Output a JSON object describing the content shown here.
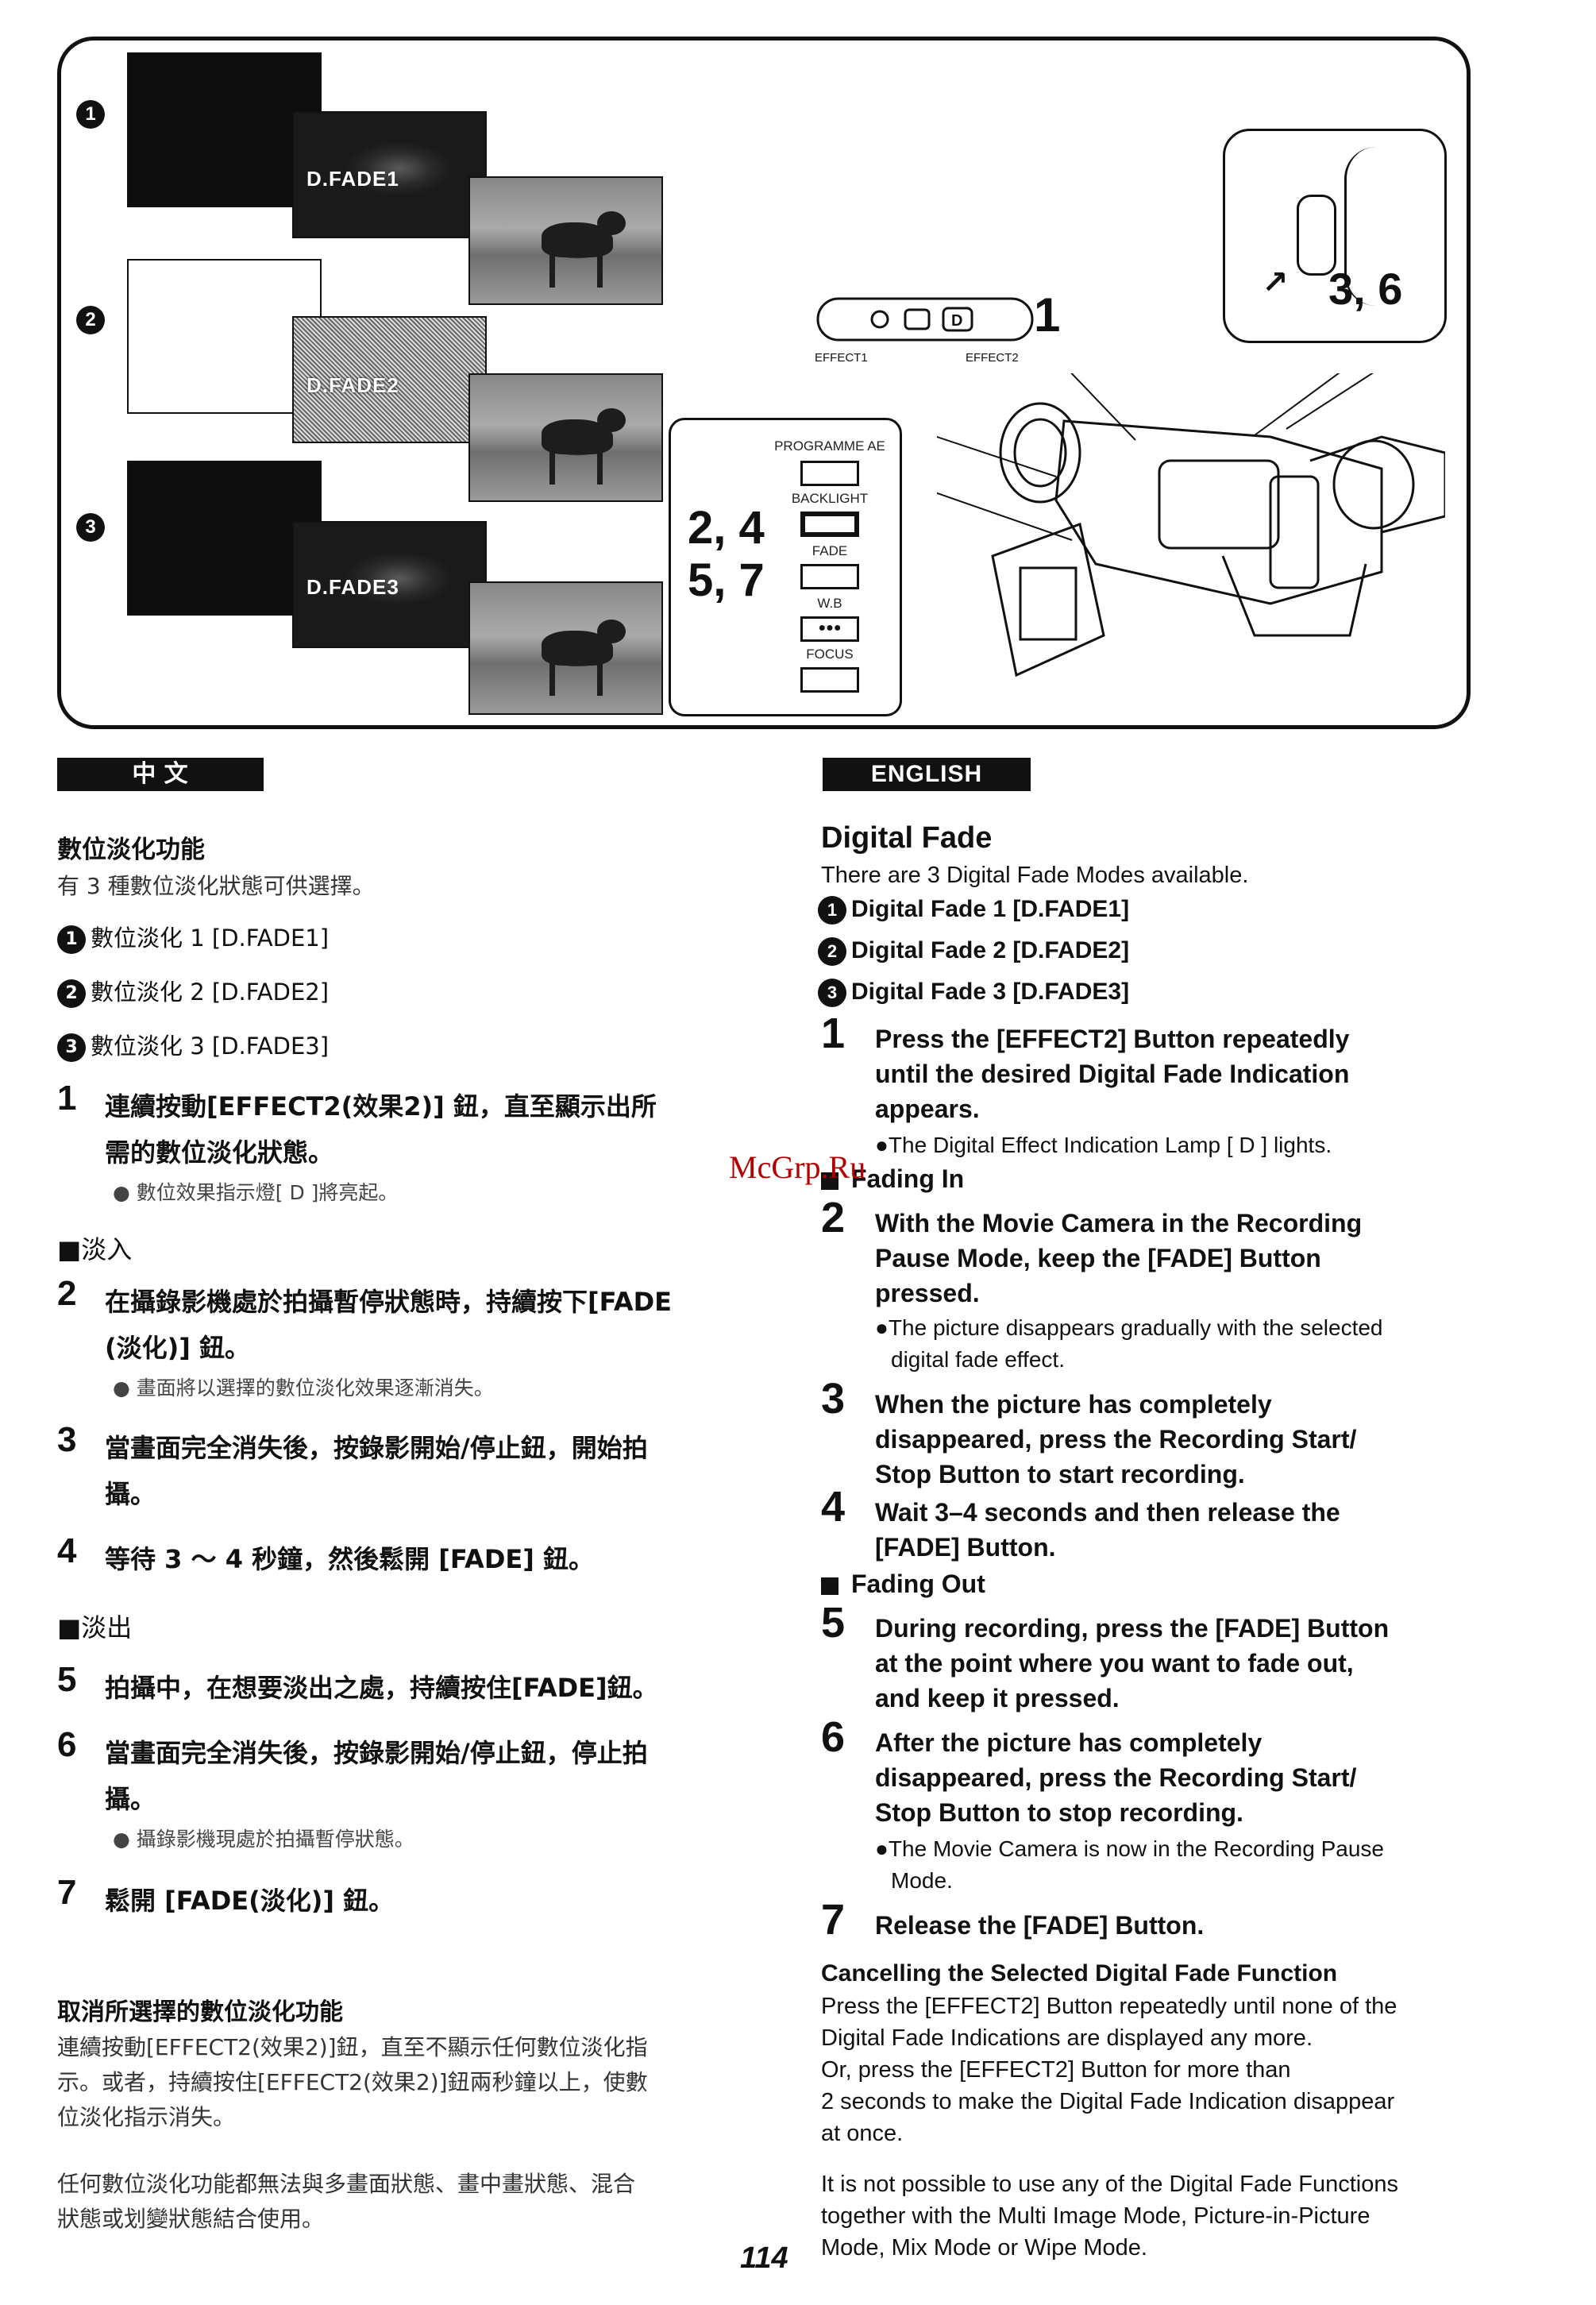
{
  "illustration": {
    "fade_labels": [
      "D.FADE1",
      "D.FADE2",
      "D.FADE3"
    ],
    "mode_numbers": [
      "1",
      "2",
      "3"
    ],
    "buttons": {
      "programme_ae": "PROGRAMME AE",
      "backlight": "BACKLIGHT",
      "fade": "FADE",
      "wb": "W.B",
      "focus": "FOCUS"
    },
    "effect1": "EFFECT1",
    "effect2": "EFFECT2",
    "callout_1": "1",
    "callout_36": "3, 6",
    "callout_24": "2, 4",
    "callout_57": "5, 7"
  },
  "chinese": {
    "header": "中  文",
    "title": "數位淡化功能",
    "intro": "有 3 種數位淡化狀態可供選擇。",
    "options": [
      {
        "num": "1",
        "text": "數位淡化 1 [D.FADE1]"
      },
      {
        "num": "2",
        "text": "數位淡化 2 [D.FADE2]"
      },
      {
        "num": "3",
        "text": "數位淡化 3 [D.FADE3]"
      }
    ],
    "step1": {
      "num": "1",
      "line1": "連續按動[EFFECT2(效果2)] 鈕，直至顯示出所",
      "line2": "需的數位淡化狀態。",
      "note": "● 數位效果指示燈[ D ]將亮起。"
    },
    "fade_in": "■淡入",
    "step2": {
      "num": "2",
      "line1": "在攝錄影機處於拍攝暫停狀態時，持續按下[FADE",
      "line2": "(淡化)] 鈕。",
      "note": "● 畫面將以選擇的數位淡化效果逐漸消失。"
    },
    "step3": {
      "num": "3",
      "line1": "當畫面完全消失後，按錄影開始/停止鈕，開始拍",
      "line2": "攝。"
    },
    "step4": {
      "num": "4",
      "line1": "等待 3 ～ 4 秒鐘，然後鬆開 [FADE] 鈕。"
    },
    "fade_out": "■淡出",
    "step5": {
      "num": "5",
      "line1": "拍攝中，在想要淡出之處，持續按住[FADE]鈕。"
    },
    "step6": {
      "num": "6",
      "line1": "當畫面完全消失後，按錄影開始/停止鈕，停止拍",
      "line2": "攝。",
      "note": "● 攝錄影機現處於拍攝暫停狀態。"
    },
    "step7": {
      "num": "7",
      "line1": "鬆開 [FADE(淡化)] 鈕。"
    },
    "cancel_title": "取消所選擇的數位淡化功能",
    "cancel_body": [
      "連續按動[EFFECT2(效果2)]鈕，直至不顯示任何數位淡化指",
      "示。或者，持續按住[EFFECT2(效果2)]鈕兩秒鐘以上，使數",
      "位淡化指示消失。"
    ],
    "note_body": [
      "任何數位淡化功能都無法與多畫面狀態、畫中畫狀態、混合",
      "狀態或划變狀態結合使用。"
    ]
  },
  "english": {
    "header": "ENGLISH",
    "title": "Digital Fade",
    "intro": "There are 3 Digital Fade Modes available.",
    "options": [
      {
        "num": "1",
        "text": "Digital Fade 1 [D.FADE1]"
      },
      {
        "num": "2",
        "text": "Digital Fade 2 [D.FADE2]"
      },
      {
        "num": "3",
        "text": "Digital Fade 3 [D.FADE3]"
      }
    ],
    "step1": {
      "num": "1",
      "lines": [
        "Press the [EFFECT2] Button repeatedly",
        "until the desired Digital Fade Indication",
        "appears."
      ],
      "note": "●The Digital Effect Indication Lamp [ D ] lights."
    },
    "fading_in": "Fading In",
    "step2": {
      "num": "2",
      "lines": [
        "With the Movie Camera in the Recording",
        "Pause Mode, keep the [FADE] Button",
        "pressed."
      ],
      "note": [
        "●The picture disappears gradually with the selected",
        "digital fade effect."
      ]
    },
    "step3": {
      "num": "3",
      "lines": [
        "When the picture has completely",
        "disappeared, press the Recording Start/",
        "Stop Button to start recording."
      ]
    },
    "step4": {
      "num": "4",
      "lines": [
        "Wait 3–4 seconds and then release the",
        "[FADE] Button."
      ]
    },
    "fading_out": "Fading Out",
    "step5": {
      "num": "5",
      "lines": [
        "During recording, press the [FADE] Button",
        "at the point where you want to fade out,",
        "and keep it pressed."
      ]
    },
    "step6": {
      "num": "6",
      "lines": [
        "After the picture has completely",
        "disappeared, press the Recording Start/",
        "Stop Button to stop recording."
      ],
      "note": [
        "●The Movie Camera is now in the Recording Pause",
        "Mode."
      ]
    },
    "step7": {
      "num": "7",
      "lines": [
        "Release the [FADE] Button."
      ]
    },
    "cancel_title": "Cancelling the Selected Digital Fade Function",
    "cancel_body": [
      "Press the [EFFECT2] Button repeatedly until none of the",
      "Digital Fade Indications are displayed any more.",
      "Or, press the [EFFECT2] Button for more than",
      "2 seconds to make the Digital Fade Indication disappear",
      "at once."
    ],
    "note_body": [
      "It is not possible to use any of the Digital Fade Functions",
      "together with the Multi Image Mode, Picture-in-Picture",
      "Mode, Mix Mode or Wipe Mode."
    ]
  },
  "watermark": "McGrp.Ru",
  "page_number": "114"
}
